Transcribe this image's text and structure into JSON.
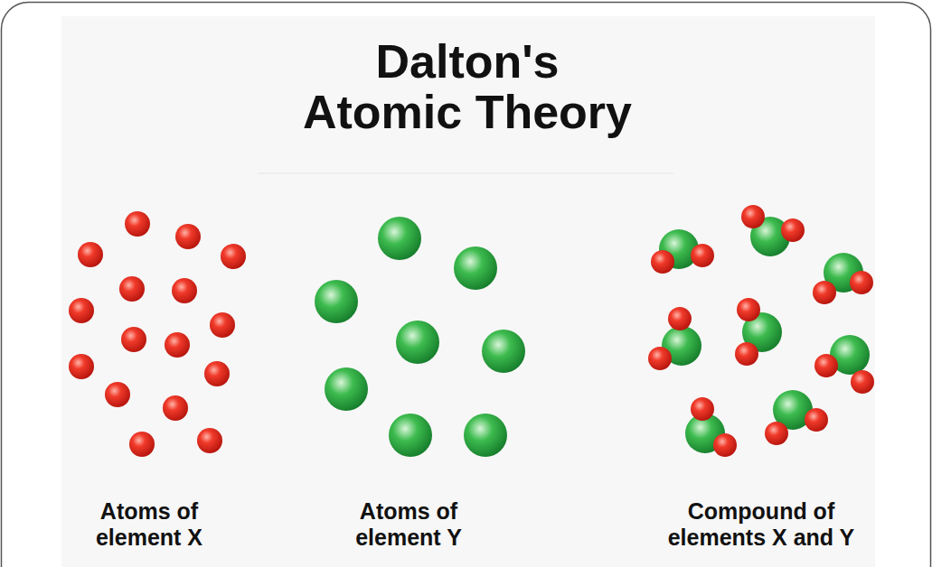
{
  "diagram": {
    "title": "Dalton's Atomic Theory",
    "labels": [
      "Atoms of element X",
      "Atoms of element Y",
      "Compound of elements X and Y"
    ]
  }
}
